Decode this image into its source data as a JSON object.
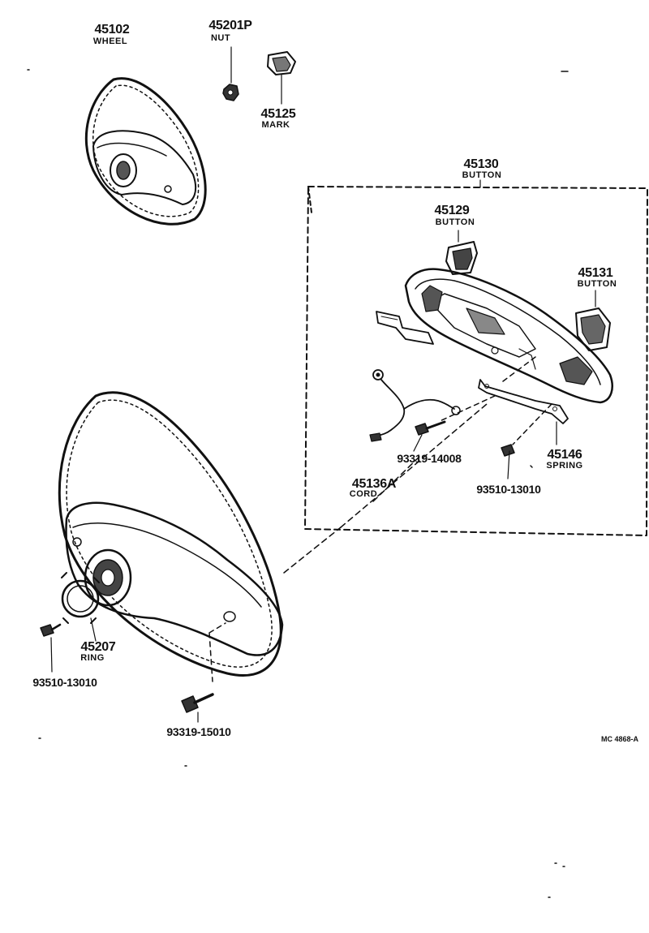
{
  "parts": {
    "wheel_top": {
      "number": "45102",
      "name": "WHEEL"
    },
    "nut": {
      "number": "45201P",
      "name": "NUT"
    },
    "mark": {
      "number": "45125",
      "name": "MARK"
    },
    "button_assy": {
      "number": "45130",
      "name": "BUTTON"
    },
    "button_left": {
      "number": "45129",
      "name": "BUTTON"
    },
    "button_right": {
      "number": "45131",
      "name": "BUTTON"
    },
    "screw_cord": {
      "number": "93319-14008"
    },
    "cord": {
      "number": "45136A",
      "name": "CORD"
    },
    "spring": {
      "number": "45146",
      "name": "SPRING"
    },
    "screw_spring": {
      "number": "93510-13010"
    },
    "ring": {
      "number": "45207",
      "name": "RING"
    },
    "screw_ring": {
      "number": "93510-13010"
    },
    "bolt_wheel": {
      "number": "93319-15010"
    }
  },
  "diagram_code": "MC 4868-A",
  "colors": {
    "line": "#111111",
    "background": "#ffffff"
  }
}
